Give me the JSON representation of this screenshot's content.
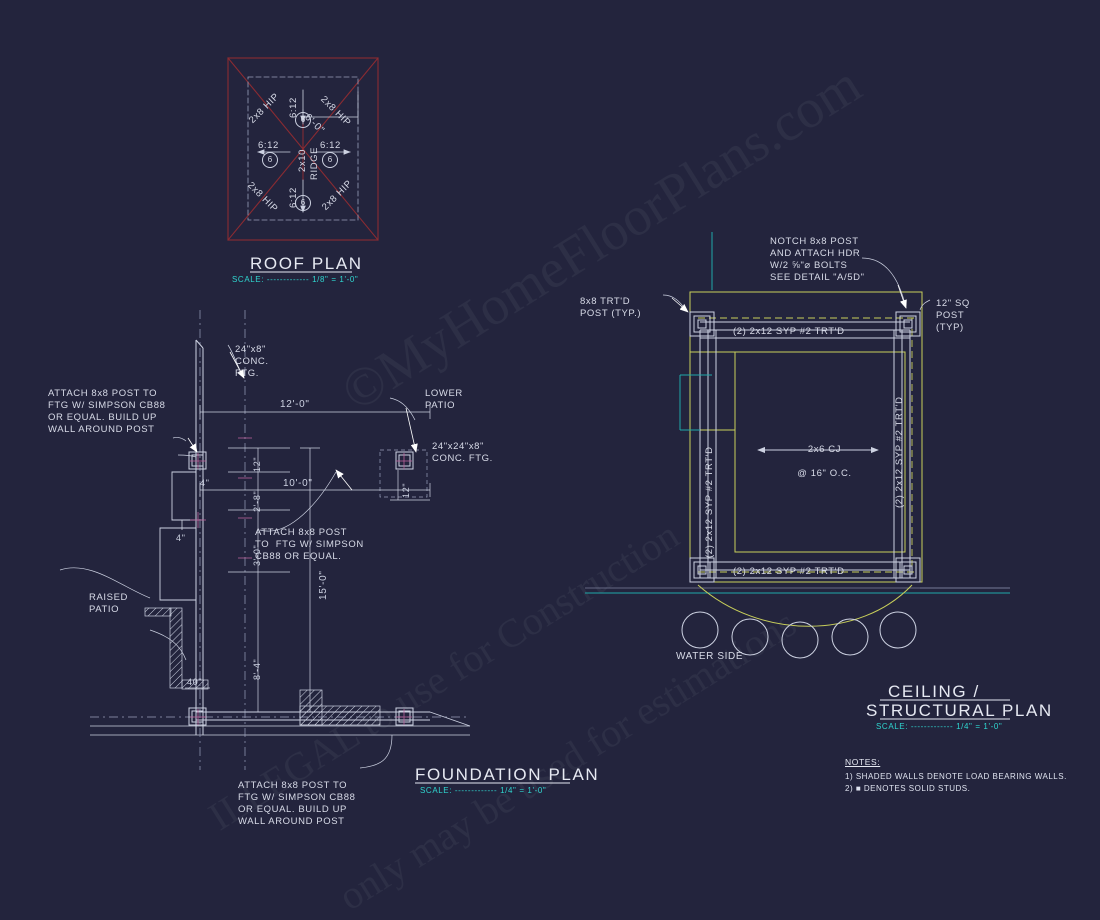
{
  "sheet": {
    "bg_color": "#23243d",
    "line_color": "#cdd2e2",
    "roof_color": "#8b2b32",
    "accent_color": "#2fd6d0",
    "joist_color": "#c8cf5a"
  },
  "watermark": {
    "brand": "©MyHomeFloorPlans.com",
    "legal_line1": "ILLEGAL to use for Construction",
    "legal_line2": "only may be used for estimations"
  },
  "roof_plan": {
    "title": "ROOF PLAN",
    "scale": "SCALE: ------------- 1/8\" = 1'-0\"",
    "ridge_label": "2x10",
    "ridge_word": "RIDGE",
    "hip_label": "2x8",
    "hip_word": "HIP",
    "slope": "6:12",
    "rafter_mark": "6",
    "overhang_dim": "6'-0\""
  },
  "foundation_plan": {
    "title": "FOUNDATION PLAN",
    "scale": "SCALE: ------------- 1/4\" = 1'-0\"",
    "callouts": [
      {
        "id": "attach-post-left",
        "text": "ATTACH 8x8 POST TO\nFTG W/ SIMPSON CB88\nOR EQUAL. BUILD UP\nWALL AROUND POST"
      },
      {
        "id": "conc-ftg-24x8",
        "text": "24\"x8\"\nCONC.\nFTG."
      },
      {
        "id": "lower-patio",
        "text": "LOWER\nPATIO"
      },
      {
        "id": "conc-ftg-24x24x8",
        "text": "24\"x24\"x8\"\nCONC. FTG."
      },
      {
        "id": "attach-post-mid",
        "text": "ATTACH 8x8 POST\nTO  FTG W/ SIMPSON\nCB88 OR EQUAL."
      },
      {
        "id": "raised-patio",
        "text": "RAISED\nPATIO"
      },
      {
        "id": "attach-post-bottom",
        "text": "ATTACH 8x8 POST TO\nFTG W/ SIMPSON CB88\nOR EQUAL. BUILD UP\nWALL AROUND POST"
      }
    ],
    "dimensions": {
      "top_width": "12'-0\"",
      "inner_width": "10'-0\"",
      "overall_height": "15'-0\"",
      "seg_12in": "12\"",
      "seg_2_8": "2'-8\"",
      "seg_3_0": "3'-0\"",
      "seg_8_4": "8'-4\"",
      "seg_40in": "40\"",
      "seg_4in_a": "4\"",
      "seg_4in_b": "4\"",
      "pier_12in": "12\""
    }
  },
  "ceiling_plan": {
    "title_line1": "CEILING /",
    "title_line2": "STRUCTURAL PLAN",
    "scale": "SCALE: ------------- 1/4\" = 1'-0\"",
    "callouts": [
      {
        "id": "notch-post",
        "text": "NOTCH 8x8 POST\nAND ATTACH HDR\nW/2 ⅝\"⌀ BOLTS\nSEE DETAIL \"A/5D\""
      },
      {
        "id": "trtd-post",
        "text": "8x8 TRT'D\nPOST (TYP.)"
      },
      {
        "id": "sq-post",
        "text": "12\" SQ\nPOST\n(TYP)"
      }
    ],
    "header_top": "(2) 2x12 SYP #2 TRT'D",
    "header_bottom": "(2) 2x12 SYP #2 TRT'D",
    "header_left": "(2) 2x12 SYP #2 TRT'D",
    "header_right": "(2) 2x12 SYP #2 TRT'D",
    "joist_label_line1": "2x6 CJ",
    "joist_label_line2": "@ 16\" O.C.",
    "water_side": "WATER SIDE",
    "pile_count": 5
  },
  "notes": {
    "heading": "NOTES:",
    "items": [
      "1) SHADED WALLS DENOTE LOAD BEARING WALLS.",
      "2) ■ DENOTES SOLID STUDS."
    ]
  }
}
